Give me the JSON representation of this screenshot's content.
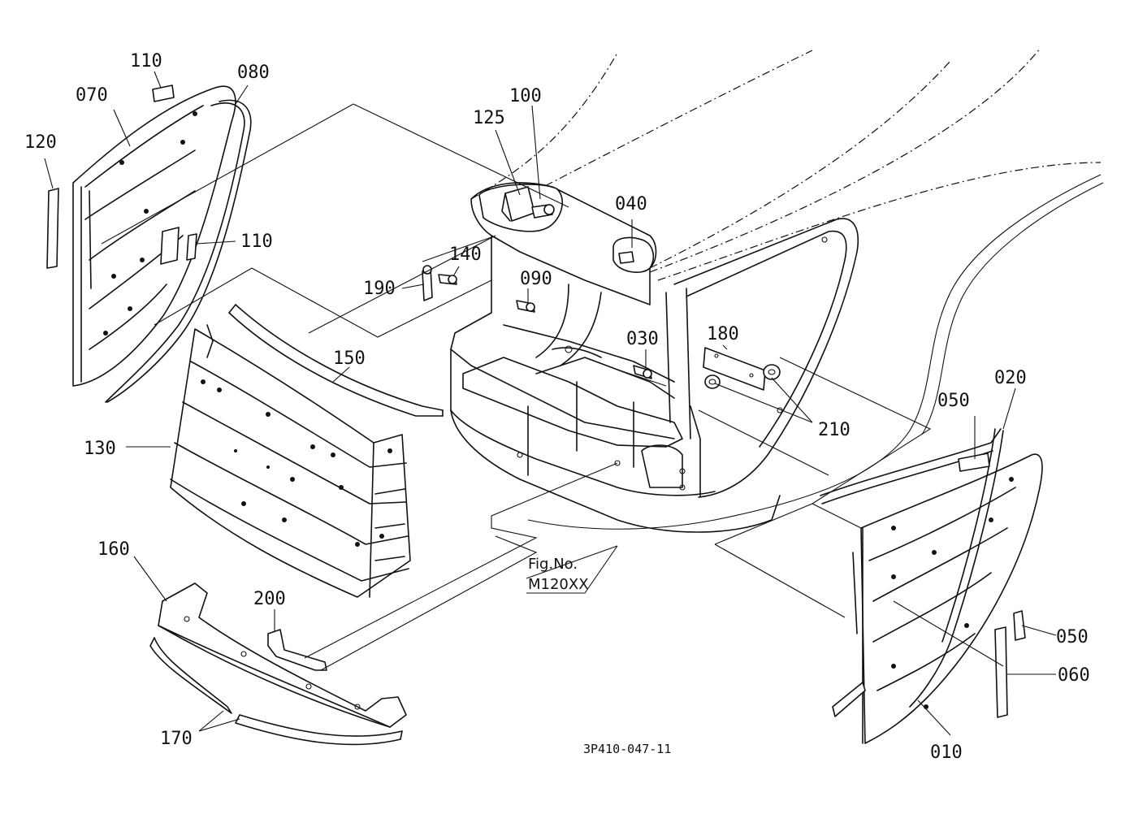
{
  "callouts": {
    "c010": "010",
    "c020": "020",
    "c030": "030",
    "c040": "040",
    "c050a": "050",
    "c050b": "050",
    "c060": "060",
    "c070": "070",
    "c080": "080",
    "c090": "090",
    "c100": "100",
    "c110a": "110",
    "c110b": "110",
    "c120": "120",
    "c125": "125",
    "c130": "130",
    "c140": "140",
    "c150": "150",
    "c160": "160",
    "c170": "170",
    "c180": "180",
    "c190": "190",
    "c200": "200",
    "c210": "210"
  },
  "figure_reference": {
    "line1": "Fig.No.",
    "line2": "M120XX"
  },
  "drawing_number": "3P410-047-11"
}
